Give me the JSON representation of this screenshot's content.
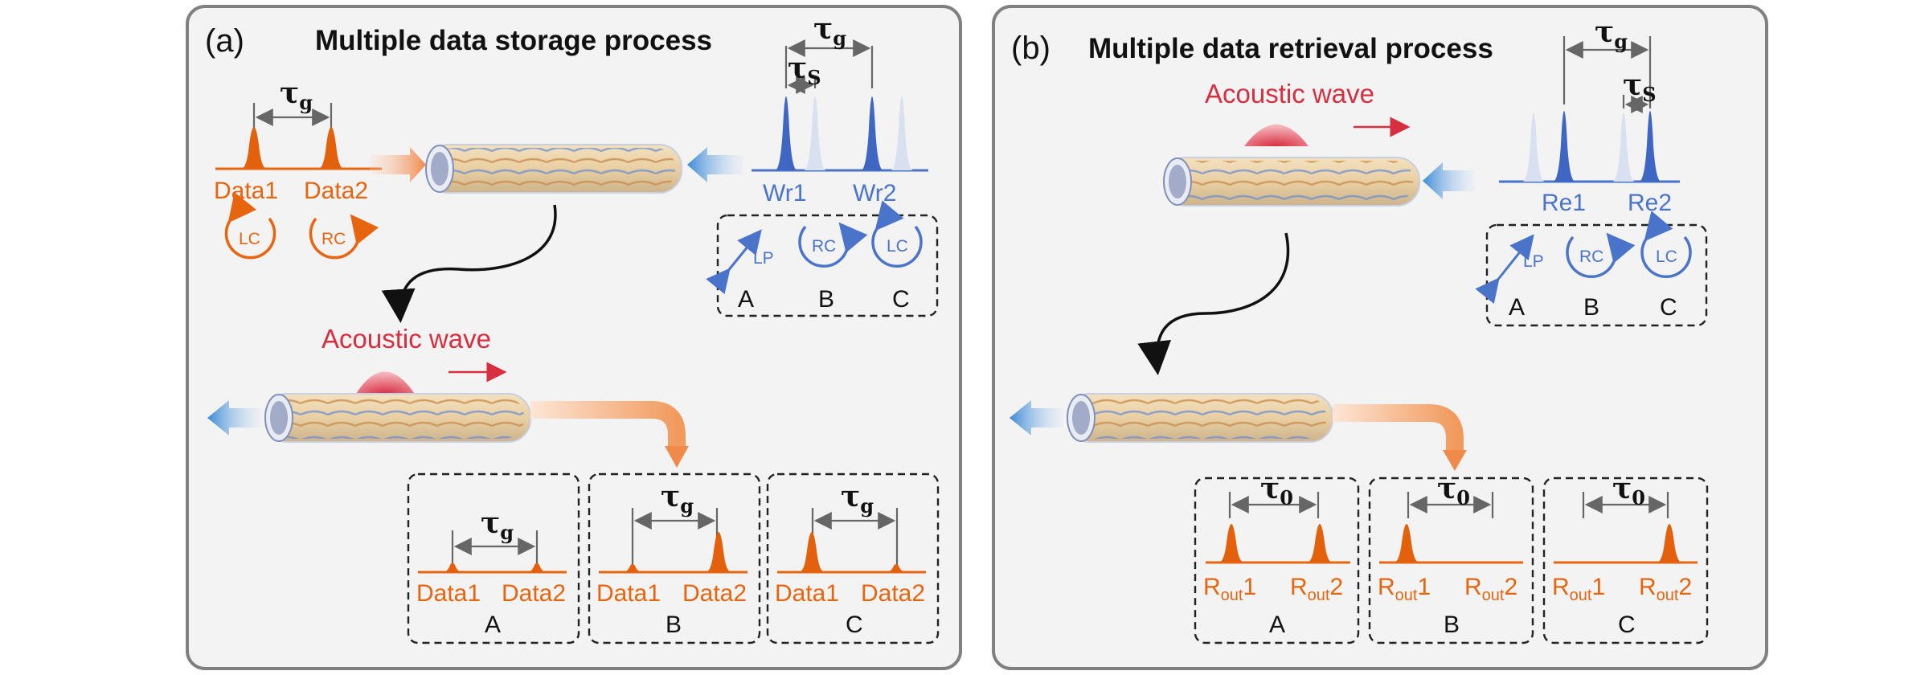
{
  "panel_a": {
    "label": "(a)",
    "title": "Multiple data storage process",
    "tau_g": "τ",
    "tau_g_sub": "g",
    "tau_s_sub": "S",
    "data1": "Data1",
    "data2": "Data2",
    "lc": "LC",
    "rc": "RC",
    "lp": "LP",
    "wr1": "Wr1",
    "wr2": "Wr2",
    "acoustic": "Acoustic wave",
    "case_a": "A",
    "case_b": "B",
    "case_c": "C"
  },
  "panel_b": {
    "label": "(b)",
    "title": "Multiple data retrieval process",
    "re1": "Re1",
    "re2": "Re2",
    "acoustic": "Acoustic wave",
    "tau_0_sub": "0",
    "rout_r": "R",
    "rout_sub": "out",
    "rout_1": "1",
    "rout_2": "2",
    "lp": "LP",
    "rc": "RC",
    "lc": "LC",
    "case_a": "A",
    "case_b": "B",
    "case_c": "C"
  },
  "colors": {
    "orange": "#e8650f",
    "blue": "#4a74c9",
    "acoustic_red": "#d72e40",
    "panel_bg": "#f3f3f3"
  }
}
